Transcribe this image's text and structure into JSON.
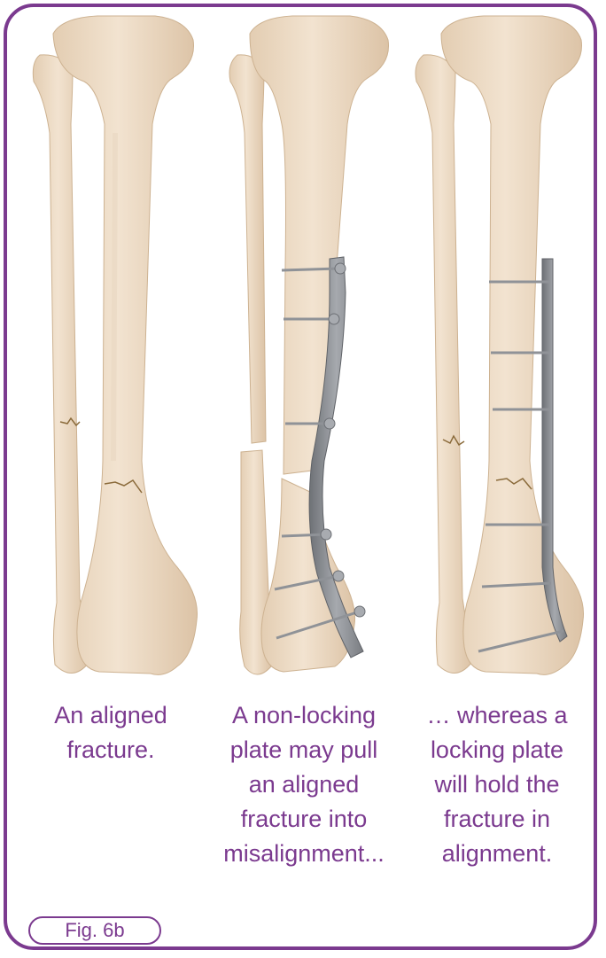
{
  "figure": {
    "captions": [
      "An aligned\nfracture.",
      "A non-locking\nplate may pull\nan aligned\nfracture into\nmisalignment...",
      "… whereas a\nlocking plate\nwill hold the\nfracture in\nalignment."
    ],
    "label": "Fig. 6b"
  },
  "colors": {
    "frame": "#7b3a8f",
    "caption": "#7b3a8f",
    "bone": "#ecd9c2",
    "bone_shadow": "#d6bea2",
    "plate": "#8c8f95",
    "screw": "#b4b7bc",
    "fracture_line": "#8a6a3a"
  },
  "icons": [
    "tibia-fibula-bone",
    "bone-plate",
    "bone-screw"
  ]
}
